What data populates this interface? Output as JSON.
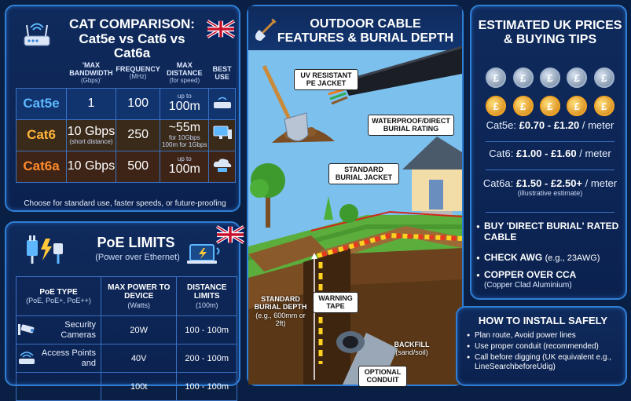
{
  "cat": {
    "title_line1": "CAT COMPARISON:",
    "title_line2": "Cat5e vs Cat6 vs Cat6a",
    "headers": {
      "bandwidth": "'MAX BANDWIDTH",
      "bandwidth_unit": "(Gbps)'",
      "frequency": "FREQUENCY",
      "frequency_unit": "(MHz)",
      "distance": "MAX DISTANCE",
      "distance_unit": "(for speed)",
      "best": "BEST USE"
    },
    "rows": [
      {
        "name": "Cat5e",
        "bandwidth": "1",
        "bandwidth_note": "",
        "frequency": "100",
        "distance_pre": "up to",
        "distance": "100m",
        "distance_note": ""
      },
      {
        "name": "Cat6",
        "bandwidth": "10 Gbps",
        "bandwidth_note": "(short distance)",
        "frequency": "250",
        "distance_pre": "",
        "distance": "~55m",
        "distance_note": "for 10Gbps 100m for 1Gbps"
      },
      {
        "name": "Cat6a",
        "bandwidth": "10 Gbps",
        "bandwidth_note": "",
        "frequency": "500",
        "distance_pre": "up to",
        "distance": "100m",
        "distance_note": ""
      }
    ],
    "note": "Choose for standard use, faster speeds, or future-proofing"
  },
  "poe": {
    "title": "PoE LIMITS",
    "subtitle": "(Power over Ethernet)",
    "headers": {
      "type": "PoE TYPE",
      "type_sub": "(PoE, PoE+, PoE++)",
      "power": "MAX POWER TO DEVICE",
      "power_unit": "(Watts)",
      "distance": "DISTANCE LIMITS",
      "distance_unit": "(100m)"
    },
    "rows": [
      {
        "device": "Security Cameras",
        "power": "20W",
        "distance": "100 - 100m"
      },
      {
        "device": "Access Points and",
        "power": "40V",
        "distance": "200 - 100m"
      },
      {
        "device": "",
        "power": "100t",
        "distance": "100 - 100m"
      }
    ]
  },
  "outdoor": {
    "title_line1": "OUTDOOR CABLE",
    "title_line2": "FEATURES & BURIAL DEPTH",
    "labels": {
      "uv": "UV RESISTANT PE JACKET",
      "waterproof": "WATERPROOF/DIRECT BURIAL RATING",
      "standard_jacket": "STANDARD BURIAL JACKET",
      "burial_depth": "STANDARD BURIAL DEPTH",
      "burial_depth_note": "(e.g., 600mm or 2ft)",
      "warning": "WARNING TAPE",
      "backfill": "BACKFILL",
      "backfill_note": "(sand/soil)",
      "conduit": "OPTIONAL CONDUIT"
    }
  },
  "prices": {
    "title": "ESTIMATED UK PRICES & BUYING TIPS",
    "coin_symbol": "£",
    "items": [
      {
        "name": "Cat5e:",
        "range": "£0.70 - £1.20",
        "unit": "/ meter",
        "note": ""
      },
      {
        "name": "Cat6:",
        "range": "£1.00 - £1.60",
        "unit": "/ meter",
        "note": ""
      },
      {
        "name": "Cat6a:",
        "range": "£1.50 - £2.50+",
        "unit": "/ meter",
        "note": "(illustrative estimate)"
      }
    ],
    "tips": [
      {
        "text": "BUY 'DIRECT BURIAL' RATED CABLE",
        "note": ""
      },
      {
        "text": "CHECK AWG",
        "inline": "(e.g., 23AWG)",
        "note": ""
      },
      {
        "text": "COPPER OVER CCA",
        "note": "(Copper Clad Aluminium)"
      }
    ]
  },
  "install": {
    "title": "HOW TO INSTALL SAFELY",
    "steps": [
      "Plan route, Avoid power lines",
      "Use proper conduit (recommended)",
      "Call before digging (UK equivalent e.g., LineSearchbeforeUdig)"
    ]
  }
}
